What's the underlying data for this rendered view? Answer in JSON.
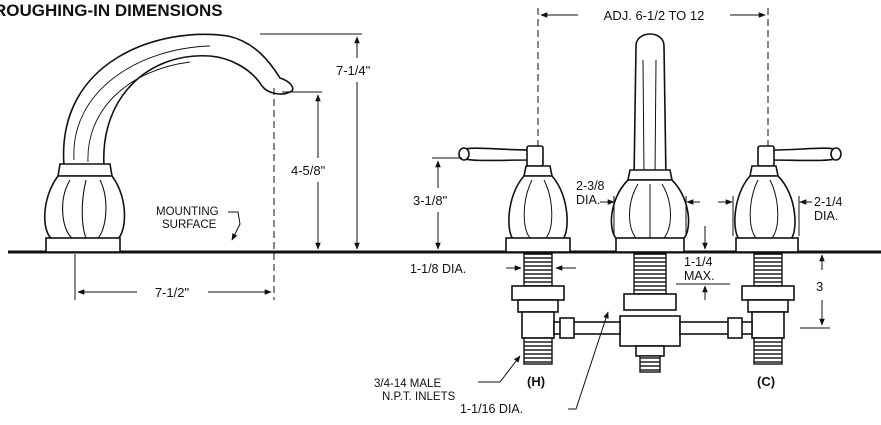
{
  "title": "ROUGHING-IN DIMENSIONS",
  "labels": {
    "adj": "ADJ. 6-1/2 TO 12",
    "spout_height": "7-1/4\"",
    "spout_reach_height": "4-5/8\"",
    "handle_height": "3-1/8\"",
    "mounting_surface_1": "MOUNTING",
    "mounting_surface_2": "SURFACE",
    "spout_reach": "7-1/2\"",
    "spout_base_dia_1": "2-3/8",
    "spout_base_dia_2": "DIA.",
    "handle_base_dia_1": "2-1/4",
    "handle_base_dia_2": "DIA.",
    "shank_dia": "1-1/8 DIA.",
    "deck_thickness_1": "1-1/4",
    "deck_thickness_2": "MAX.",
    "shank_length": "3",
    "inlets_1": "3/4-14 MALE",
    "inlets_2": "N.P.T. INLETS",
    "hot": "(H)",
    "cold": "(C)",
    "tube_dia": "1-1/16 DIA."
  }
}
